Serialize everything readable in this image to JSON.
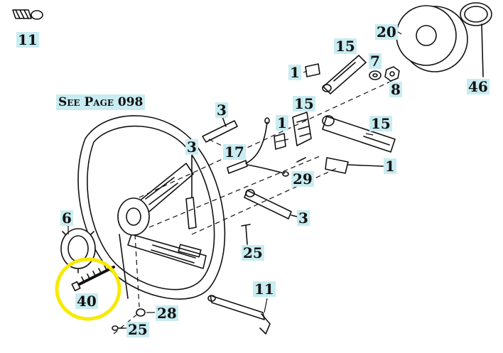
{
  "see_page_label": "See Page 098",
  "highlight_color": "#f7ea00",
  "label_background": "#c8ecf1",
  "callouts": {
    "c11_top": "11",
    "c20": "20",
    "c46": "46",
    "c15_a": "15",
    "c7": "7",
    "c8": "8",
    "c1_a": "1",
    "c15_b": "15",
    "c3_a": "3",
    "c1_b": "1",
    "c15_c": "15",
    "c3_b": "3",
    "c17": "17",
    "c29": "29",
    "c1_c": "1",
    "c6": "6",
    "c3_c": "3",
    "c25_a": "25",
    "c40": "40",
    "c11_bottom": "11",
    "c28": "28",
    "c25_b": "25"
  }
}
